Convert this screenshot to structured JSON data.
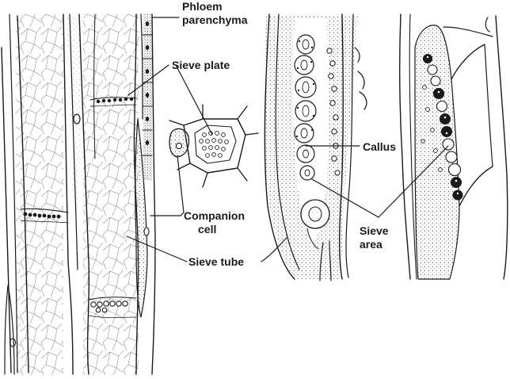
{
  "labels": {
    "phloem_parenchyma_1": "Phloem",
    "phloem_parenchyma_2": "parenchyma",
    "sieve_plate": "Sieve plate",
    "callus": "Callus",
    "companion_cell_1": "Companion",
    "companion_cell_2": "cell",
    "sieve_area_1": "Sieve",
    "sieve_area_2": "area",
    "sieve_tube": "Sieve tube"
  },
  "colors": {
    "ink": "#1a1a1a",
    "stipple": "#555555",
    "background": "#ffffff"
  }
}
